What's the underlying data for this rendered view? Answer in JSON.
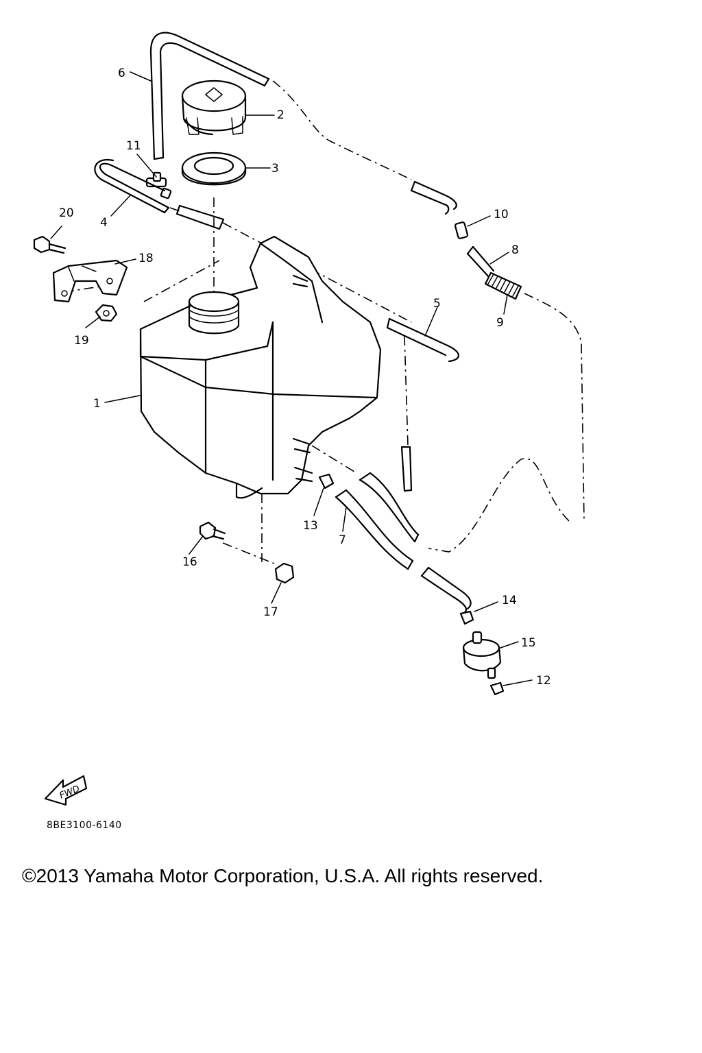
{
  "diagram": {
    "callouts": {
      "c1": "1",
      "c2": "2",
      "c3": "3",
      "c4": "4",
      "c5": "5",
      "c6": "6",
      "c7": "7",
      "c8": "8",
      "c9": "9",
      "c10": "10",
      "c11": "11",
      "c12": "12",
      "c13": "13",
      "c14": "14",
      "c15": "15",
      "c16": "16",
      "c17": "17",
      "c18": "18",
      "c19": "19",
      "c20": "20"
    },
    "fwd_label": "FWD",
    "drawing_code": "8BE3100-6140"
  },
  "footer": {
    "copyright": "©2013 Yamaha Motor Corporation, U.S.A. All rights reserved."
  }
}
